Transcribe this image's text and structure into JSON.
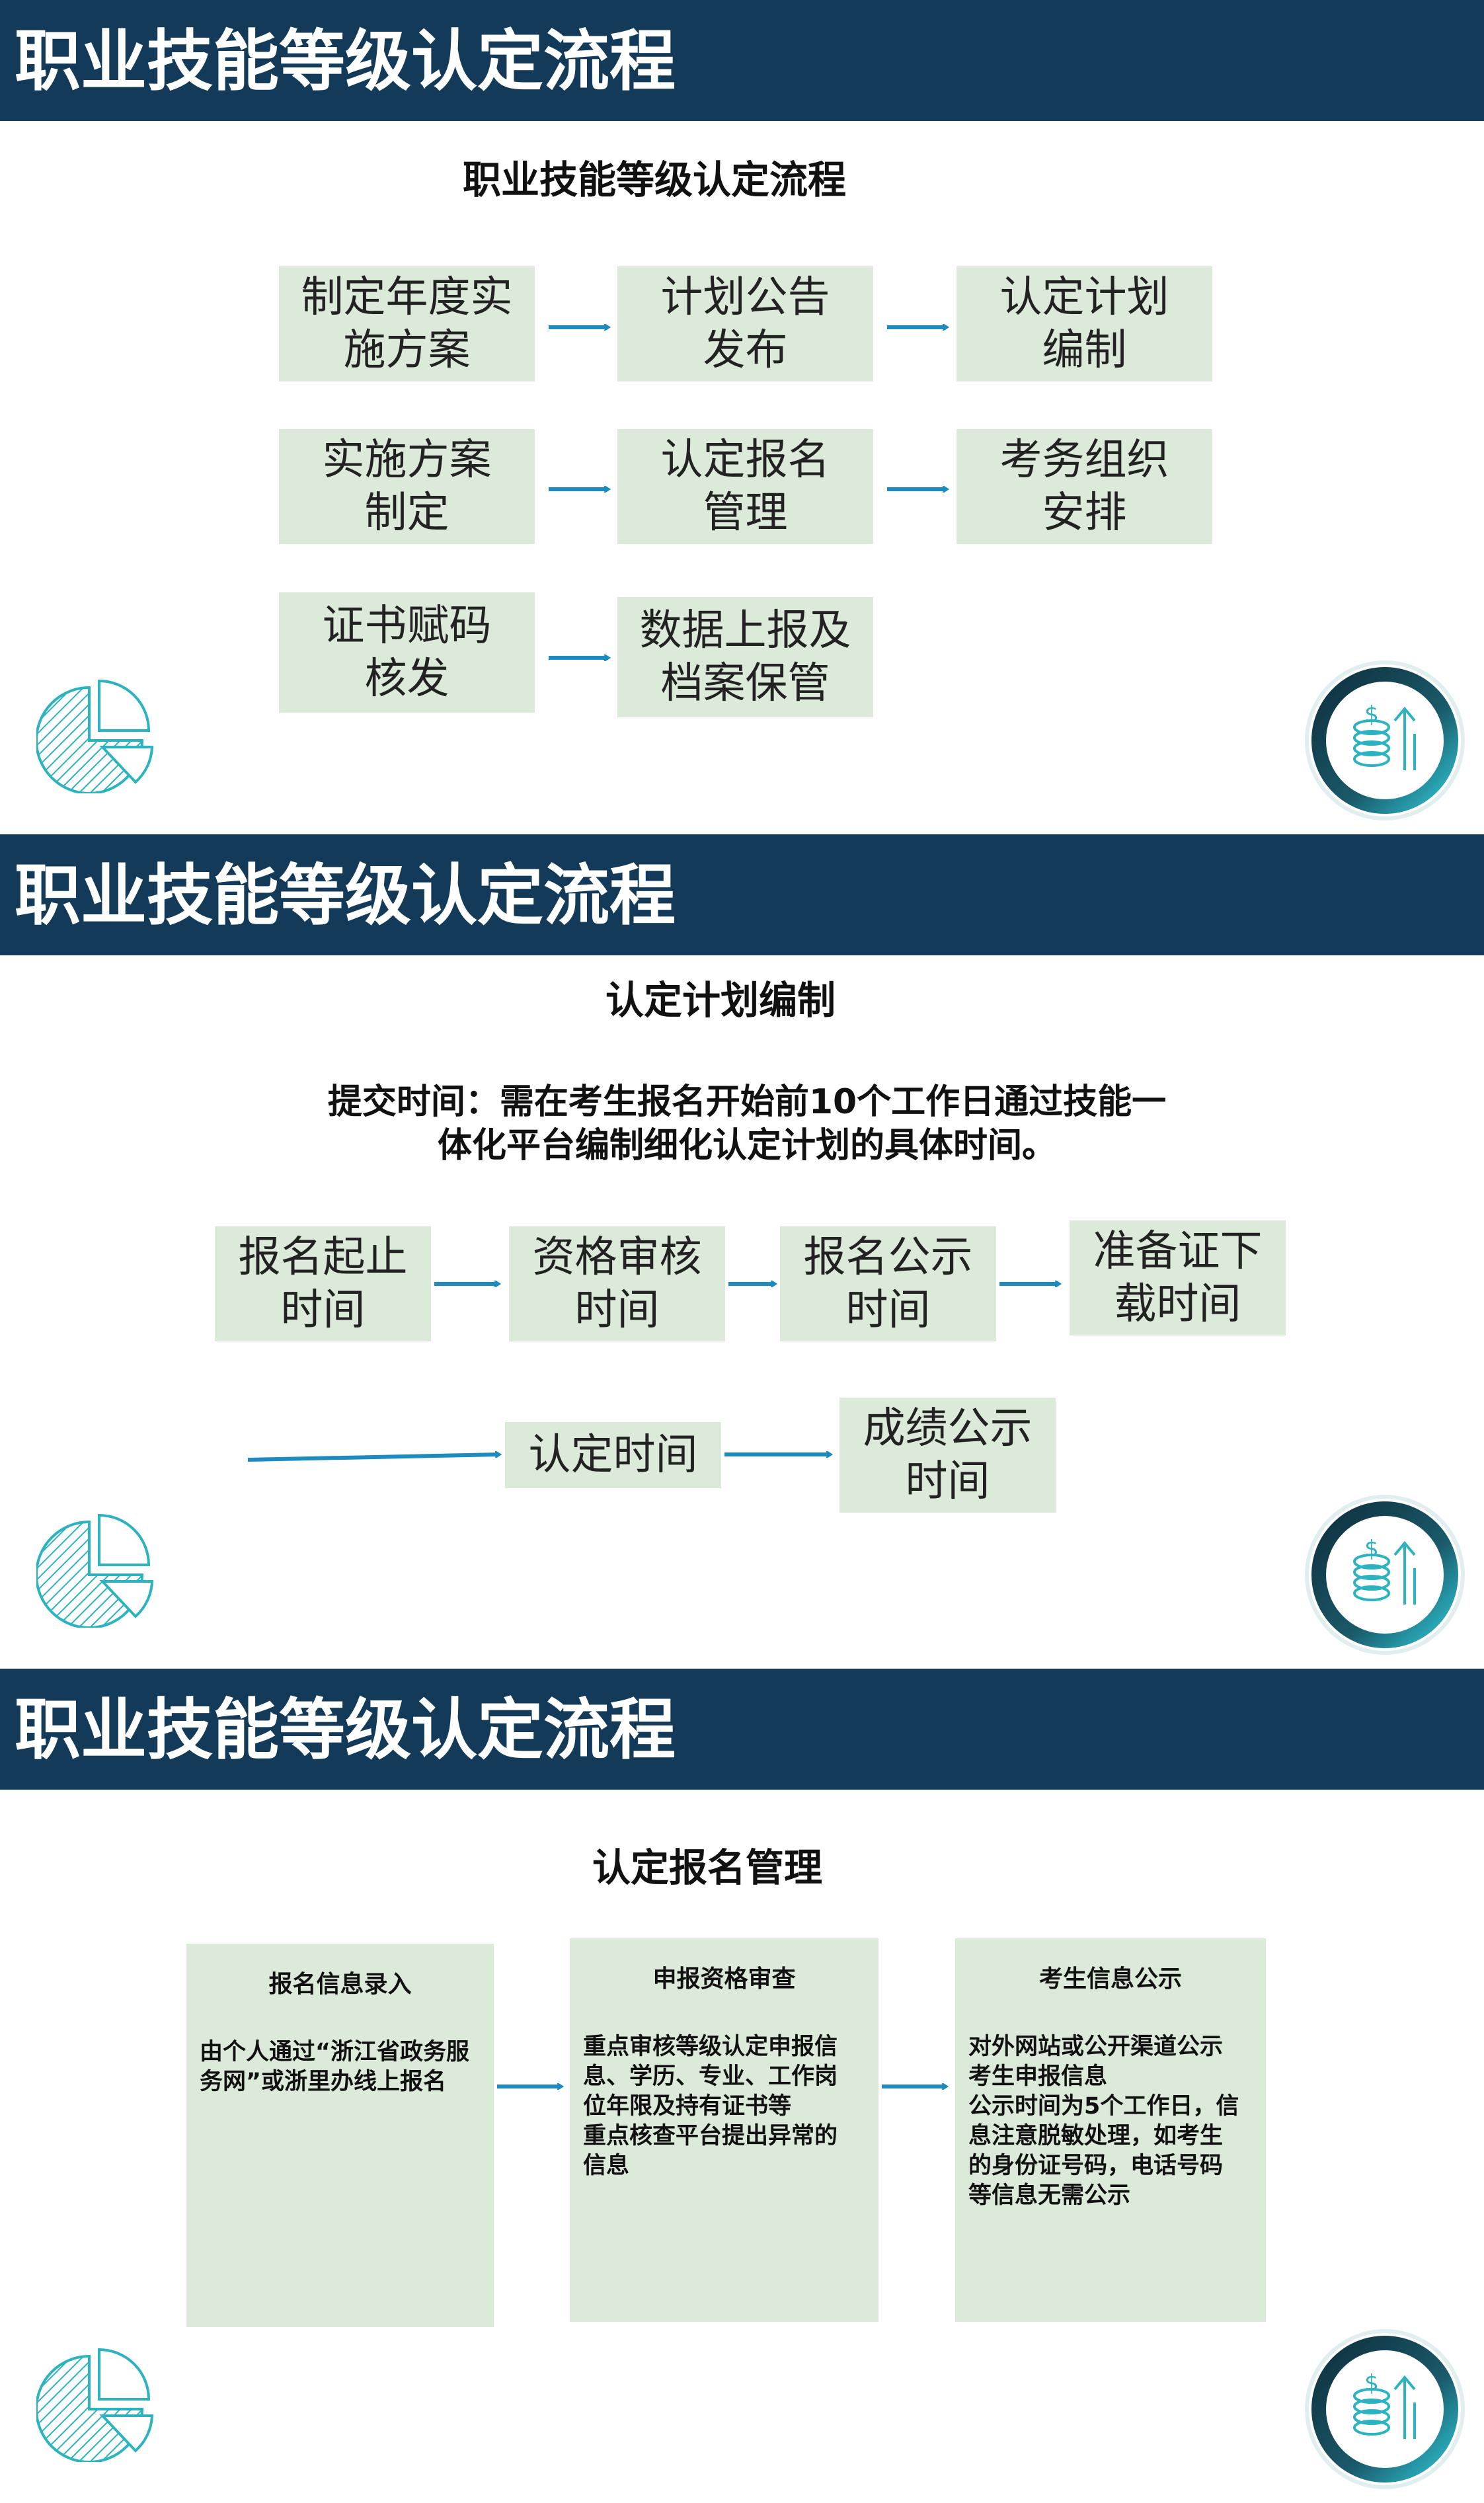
{
  "slides": [
    {
      "header_title": "职业技能等级认定流程",
      "subtitle": "职业技能等级认定流程",
      "steps": [
        "制定年度实\n施方案",
        "计划公告\n发布",
        "认定计划\n编制",
        "实施方案\n制定",
        "认定报名\n管理",
        "考务组织\n安排",
        "证书赋码\n核发",
        "数据上报及\n档案保管"
      ]
    },
    {
      "header_title": "职业技能等级认定流程",
      "subtitle": "认定计划编制",
      "note_line1": "提交时间：需在考生报名开始前10个工作日通过技能一",
      "note_line2": "体化平台编制细化认定计划的具体时间。",
      "steps": [
        "报名起止\n时间",
        "资格审核\n时间",
        "报名公示\n时间",
        "准备证下\n载时间",
        "认定时间",
        "成绩公示\n时间"
      ]
    },
    {
      "header_title": "职业技能等级认定流程",
      "subtitle": "认定报名管理",
      "cards": [
        {
          "title": "报名信息录入",
          "body": "由个人通过“浙江省政务服\n务网”或浙里办线上报名"
        },
        {
          "title": "申报资格审查",
          "body": "重点审核等级认定申报信\n息、学历、专业、工作岗\n位年限及持有证书等\n重点核查平台提出异常的\n信息"
        },
        {
          "title": "考生信息公示",
          "body": "对外网站或公开渠道公示\n考生申报信息\n公示时间为5个工作日，信\n息注意脱敏处理，如考生\n的身份证号码，电话号码\n等信息无需公示"
        }
      ]
    }
  ],
  "icons": {
    "left": "pie-chart-icon",
    "right": "coin-growth-icon"
  },
  "colors": {
    "header_bg": "#133a59",
    "box_bg": "#dcebd9",
    "arrow": "#1d8ac0",
    "teal": "#2bb3c0"
  }
}
